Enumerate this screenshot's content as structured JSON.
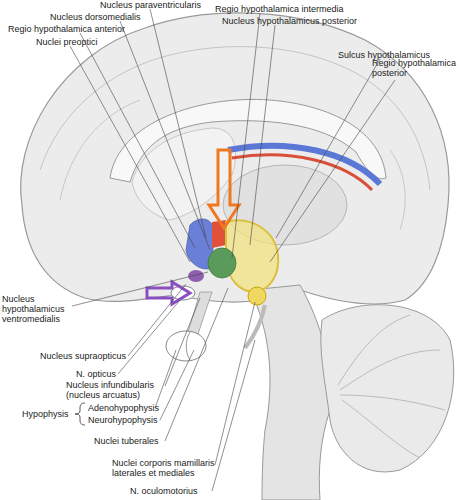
{
  "diagram": {
    "labels": [
      "Nucleus paraventricularis",
      "Nucleus dorsomedialis",
      "Regio hypothalamica anterior",
      "Nuclei preoptici",
      "Regio hypothalamica intermedia",
      "Nucleus hypothalamicus posterior",
      "Sulcus hypothalamicus",
      "Regio hypothalamica posterior",
      "Nucleus hypothalamicus ventromedialis",
      "Nucleus supraopticus",
      "N. opticus",
      "Nucleus infundibularis (nucleus arcuatus)",
      "Hypophysis",
      "Adenohypophysis",
      "Neurohypophysis",
      "Nuclei tuberales",
      "Nuclei corporis mamillaris laterales et mediales",
      "N. oculomotorius"
    ]
  }
}
